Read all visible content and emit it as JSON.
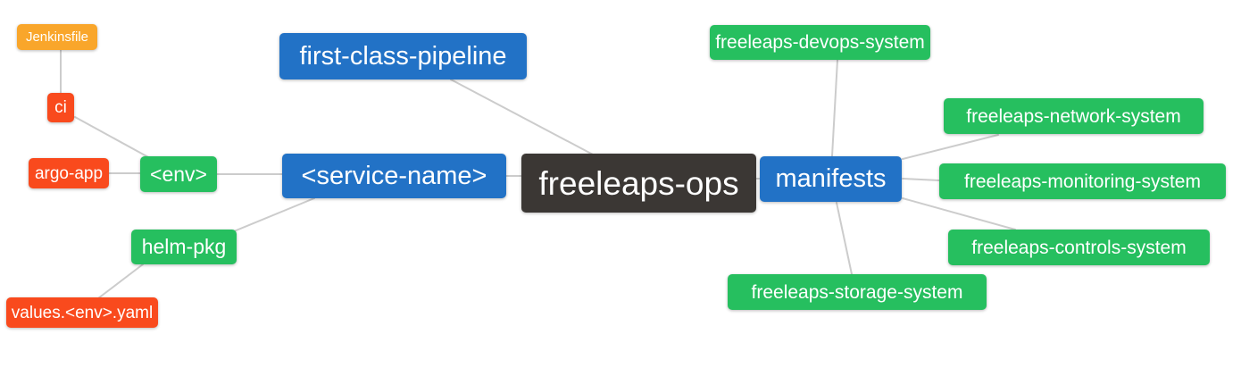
{
  "palette": {
    "root_bg": "#3B3734",
    "level1_bg": "#2272C6",
    "level2_bg": "#26BF5F",
    "level3_bg": "#F94A1D",
    "level4_bg": "#F9A62B",
    "edge_color": "#CCCCCC",
    "text_color": "#FFFFFF"
  },
  "nodes": {
    "root": {
      "label": "freeleaps-ops"
    },
    "first_class_pipeline": {
      "label": "first-class-pipeline"
    },
    "service_name": {
      "label": "<service-name>"
    },
    "manifests": {
      "label": "manifests"
    },
    "env": {
      "label": "<env>"
    },
    "helm_pkg": {
      "label": "helm-pkg"
    },
    "ci": {
      "label": "ci"
    },
    "argo_app": {
      "label": "argo-app"
    },
    "jenkinsfile": {
      "label": "Jenkinsfile"
    },
    "values_env_yaml": {
      "label": "values.<env>.yaml"
    },
    "devops_system": {
      "label": "freeleaps-devops-system"
    },
    "network_system": {
      "label": "freeleaps-network-system"
    },
    "monitoring_system": {
      "label": "freeleaps-monitoring-system"
    },
    "controls_system": {
      "label": "freeleaps-controls-system"
    },
    "storage_system": {
      "label": "freeleaps-storage-system"
    }
  },
  "edges": [
    {
      "from": "jenkinsfile",
      "to": "ci"
    },
    {
      "from": "ci",
      "to": "env"
    },
    {
      "from": "argo_app",
      "to": "env"
    },
    {
      "from": "env",
      "to": "service_name"
    },
    {
      "from": "helm_pkg",
      "to": "service_name"
    },
    {
      "from": "values_env_yaml",
      "to": "helm_pkg"
    },
    {
      "from": "first_class_pipeline",
      "to": "root"
    },
    {
      "from": "service_name",
      "to": "root"
    },
    {
      "from": "manifests",
      "to": "root"
    },
    {
      "from": "devops_system",
      "to": "manifests"
    },
    {
      "from": "network_system",
      "to": "manifests"
    },
    {
      "from": "monitoring_system",
      "to": "manifests"
    },
    {
      "from": "controls_system",
      "to": "manifests"
    },
    {
      "from": "storage_system",
      "to": "manifests"
    }
  ]
}
